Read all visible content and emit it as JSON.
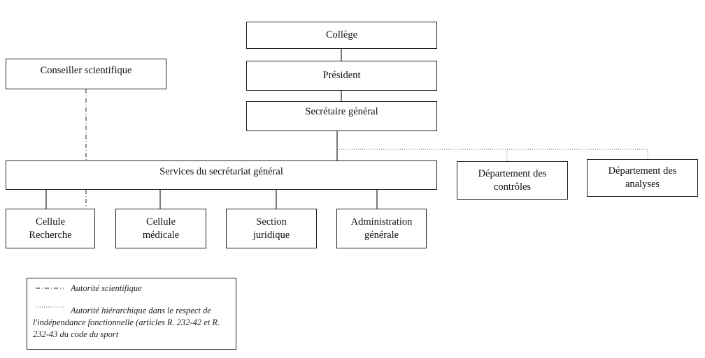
{
  "nodes": {
    "college": "Collège",
    "president": "Président",
    "secretaire": "Secrétaire général",
    "conseiller": "Conseiller scientifique",
    "services": "Services du secrétariat général",
    "dep_controles": "Département des contrôles",
    "dep_analyses": "Département des analyses",
    "cellule_recherche": "Cellule Recherche",
    "cellule_medicale": "Cellule médicale",
    "section_juridique": "Section juridique",
    "admin_generale": "Administration générale"
  },
  "legend": {
    "scientific": "Autorité scientifique",
    "hierarchical": "Autorité hiérarchique dans le respect de l'indépendance fonctionnelle (articles R. 232-42 et R. 232-43 du code du sport"
  }
}
